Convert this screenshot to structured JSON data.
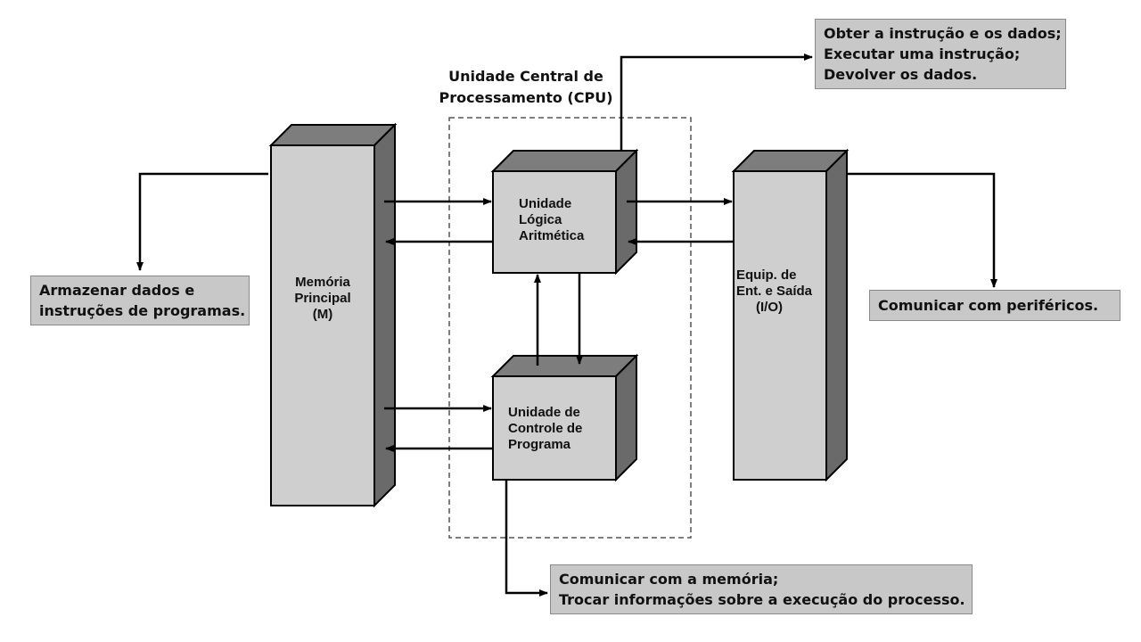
{
  "cpu": {
    "title_lines": [
      "Unidade Central de",
      "Processamento (CPU)"
    ]
  },
  "blocks": {
    "memory": {
      "lines": [
        "Memória",
        "Principal",
        "(M)"
      ]
    },
    "alu": {
      "lines": [
        "Unidade",
        "Lógica",
        "Aritmética"
      ]
    },
    "control": {
      "lines": [
        "Unidade de",
        "Controle de",
        "Programa"
      ]
    },
    "io": {
      "lines": [
        "Equip. de",
        "Ent. e Saída",
        "(I/O)"
      ]
    }
  },
  "notes": {
    "memory": [
      "Armazenar dados e",
      "instruções de programas."
    ],
    "alu": [
      "Obter a instrução e os dados;",
      "Executar uma instrução;",
      "Devolver os dados."
    ],
    "io": [
      "Comunicar com periféricos."
    ],
    "control": [
      "Comunicar com a memória;",
      "Trocar informações sobre a execução do processo."
    ]
  },
  "colors": {
    "block_front": "#cfcfcf",
    "block_top": "#7d7d7d",
    "block_side": "#6a6a6a",
    "note_bg": "#c8c8c8",
    "line": "#000000"
  }
}
